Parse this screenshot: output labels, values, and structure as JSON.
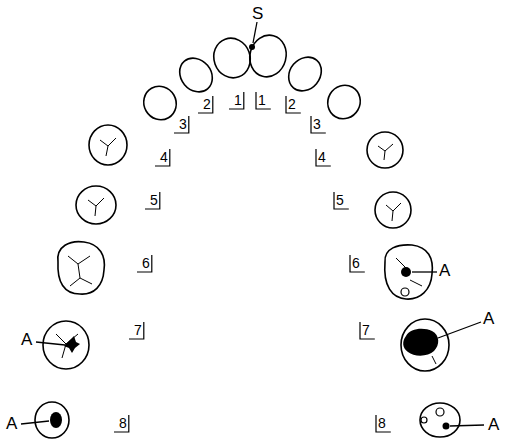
{
  "diagram": {
    "labels": [
      "S",
      "1",
      "1",
      "2",
      "2",
      "3",
      "3",
      "4",
      "4",
      "5",
      "5",
      "6",
      "6",
      "A",
      "A",
      "7",
      "7",
      "A",
      "A",
      "8",
      "8",
      "A"
    ]
  }
}
